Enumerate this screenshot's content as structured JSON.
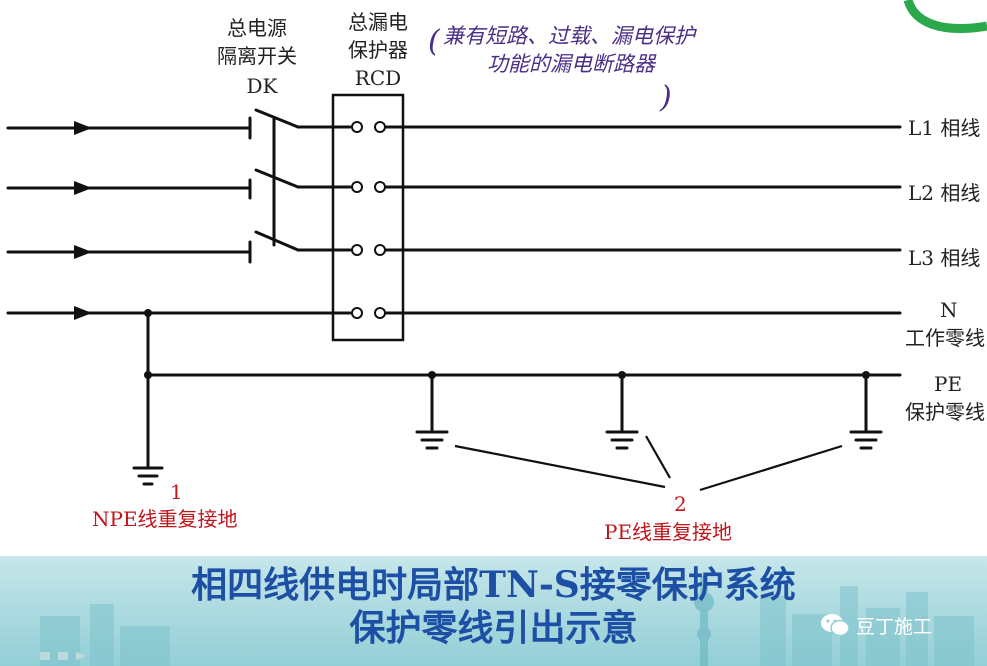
{
  "labels": {
    "dk_line1": "总电源",
    "dk_line2": "隔离开关",
    "dk_line3": "DK",
    "rcd_line1": "总漏电",
    "rcd_line2": "保护器",
    "rcd_line3": "RCD",
    "note_line1": "兼有短路、过载、漏电保护",
    "note_line2": "功能的漏电断路器",
    "note_open_paren": "(",
    "note_close_paren": ")",
    "l1": "L1 相线",
    "l2": "L2 相线",
    "l3": "L3 相线",
    "n_line1": "N",
    "n_line2": "工作零线",
    "pe_line1": "PE",
    "pe_line2": "保护零线",
    "npe_num": "1",
    "npe_text": "NPE线重复接地",
    "pe_num": "2",
    "pe_text": "PE线重复接地"
  },
  "banner": {
    "title_line1": "相四线供电时局部TN-S接零保护系统",
    "title_line2": "保护零线引出示意",
    "brand": "豆丁施工"
  },
  "colors": {
    "line": "#111111",
    "purple": "#4b2f86",
    "red": "#c0141b",
    "banner_title": "#1d4fa5",
    "corner_ring": "#2aa84a"
  }
}
